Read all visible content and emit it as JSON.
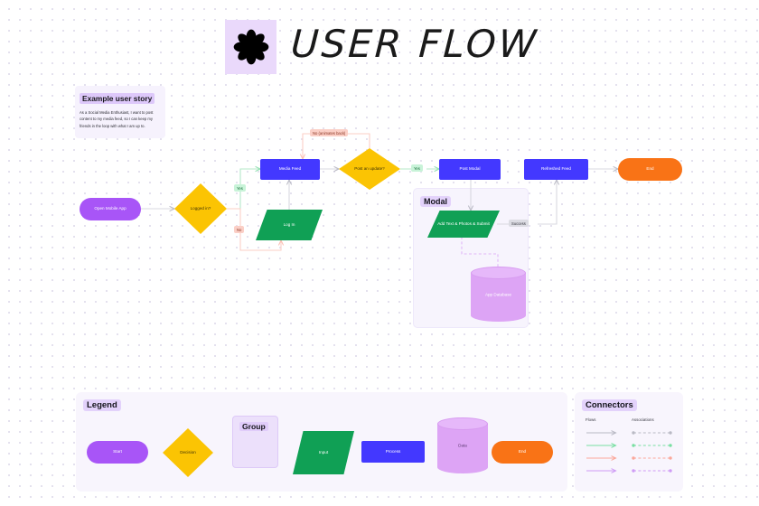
{
  "header": {
    "title": "USER FLOW",
    "logo_icon": "flower-asterisk-icon"
  },
  "user_story": {
    "title": "Example user story",
    "body": "As a Social Media Enthusiast, I want to post content to my media feed, so I can keep my friends in the loop with what I am up to."
  },
  "flow": {
    "nodes": [
      {
        "id": "start",
        "label": "Open Mobile App",
        "shape": "start",
        "color": "#a855f7"
      },
      {
        "id": "logged_in",
        "label": "Logged in?",
        "shape": "decision",
        "color": "#fbc403"
      },
      {
        "id": "login",
        "label": "Log In",
        "shape": "input",
        "color": "#10a055"
      },
      {
        "id": "media_feed",
        "label": "Media Feed",
        "shape": "process",
        "color": "#4338ff"
      },
      {
        "id": "post_update",
        "label": "Post an update?",
        "shape": "decision",
        "color": "#fbc403"
      },
      {
        "id": "post_modal",
        "label": "Post Modal",
        "shape": "process",
        "color": "#4338ff"
      },
      {
        "id": "add_text",
        "label": "Add Text & Photos & Submit",
        "shape": "input",
        "color": "#10a055"
      },
      {
        "id": "database",
        "label": "App Database",
        "shape": "data",
        "color": "#dda4f5"
      },
      {
        "id": "refreshed",
        "label": "Refreshed Feed",
        "shape": "process",
        "color": "#4338ff"
      },
      {
        "id": "end",
        "label": "End",
        "shape": "end",
        "color": "#f97316"
      }
    ],
    "edge_labels": {
      "logged_in_yes": "Yes",
      "logged_in_no": "No",
      "post_update_yes": "Yes",
      "post_update_no": "No (animates back)",
      "submit_success": "Success"
    },
    "group_label": "Modal"
  },
  "legend": {
    "title": "Legend",
    "items": [
      {
        "label": "Start",
        "shape": "start"
      },
      {
        "label": "Decision",
        "shape": "decision"
      },
      {
        "label": "Group",
        "shape": "group"
      },
      {
        "label": "Input",
        "shape": "input"
      },
      {
        "label": "Process",
        "shape": "process"
      },
      {
        "label": "Data",
        "shape": "data"
      },
      {
        "label": "End",
        "shape": "end"
      }
    ]
  },
  "connectors": {
    "title": "Connectors",
    "columns": {
      "flows": "Flows",
      "associations": "Associations"
    },
    "rows": [
      {
        "color": "#b9b9c4"
      },
      {
        "color": "#79dfa2"
      },
      {
        "color": "#fba79a"
      },
      {
        "color": "#cf9cf5"
      }
    ]
  }
}
